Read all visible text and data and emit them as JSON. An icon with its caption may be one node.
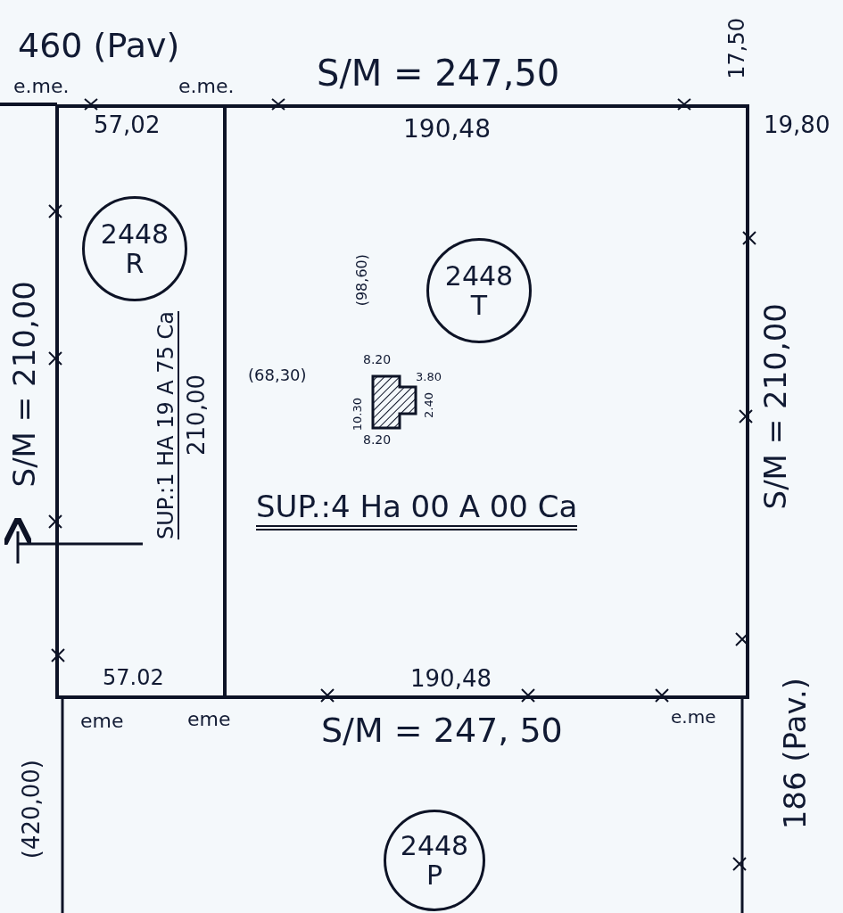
{
  "diagram": {
    "nodes": [
      {
        "text": [
          "SUP.:1 HA 19 A 75 Ca"
        ]
      },
      {
        "text": [
          "SUP.:4 Ha 00 A 00 Ca"
        ]
      },
      {
        "text": [
          "2448 R"
        ],
        "in": 0
      },
      {
        "text": [
          "2448 T"
        ],
        "in": 1
      },
      {
        "text": [],
        "shape": "box",
        "in": 1,
        "beside": [
          "8.20",
          "3.80",
          "10.30",
          "2.40",
          "8.20"
        ]
      },
      {
        "text": [
          "2448 P"
        ]
      }
    ],
    "edges": [],
    "labels": [
      "460 (Pav)",
      "e.me.",
      "e.me.",
      "S/M = 247,50",
      "17,50",
      "57,02",
      "190,48",
      "19,80",
      "S/M = 210,00",
      "210,00",
      "(98,60)",
      "(68,30)",
      "S/M = 210,00",
      "57.02",
      "190,48",
      "eme",
      "eme",
      "S/M = 247, 50",
      "e.me",
      "(420,00)",
      "186 (Pav.)"
    ]
  }
}
